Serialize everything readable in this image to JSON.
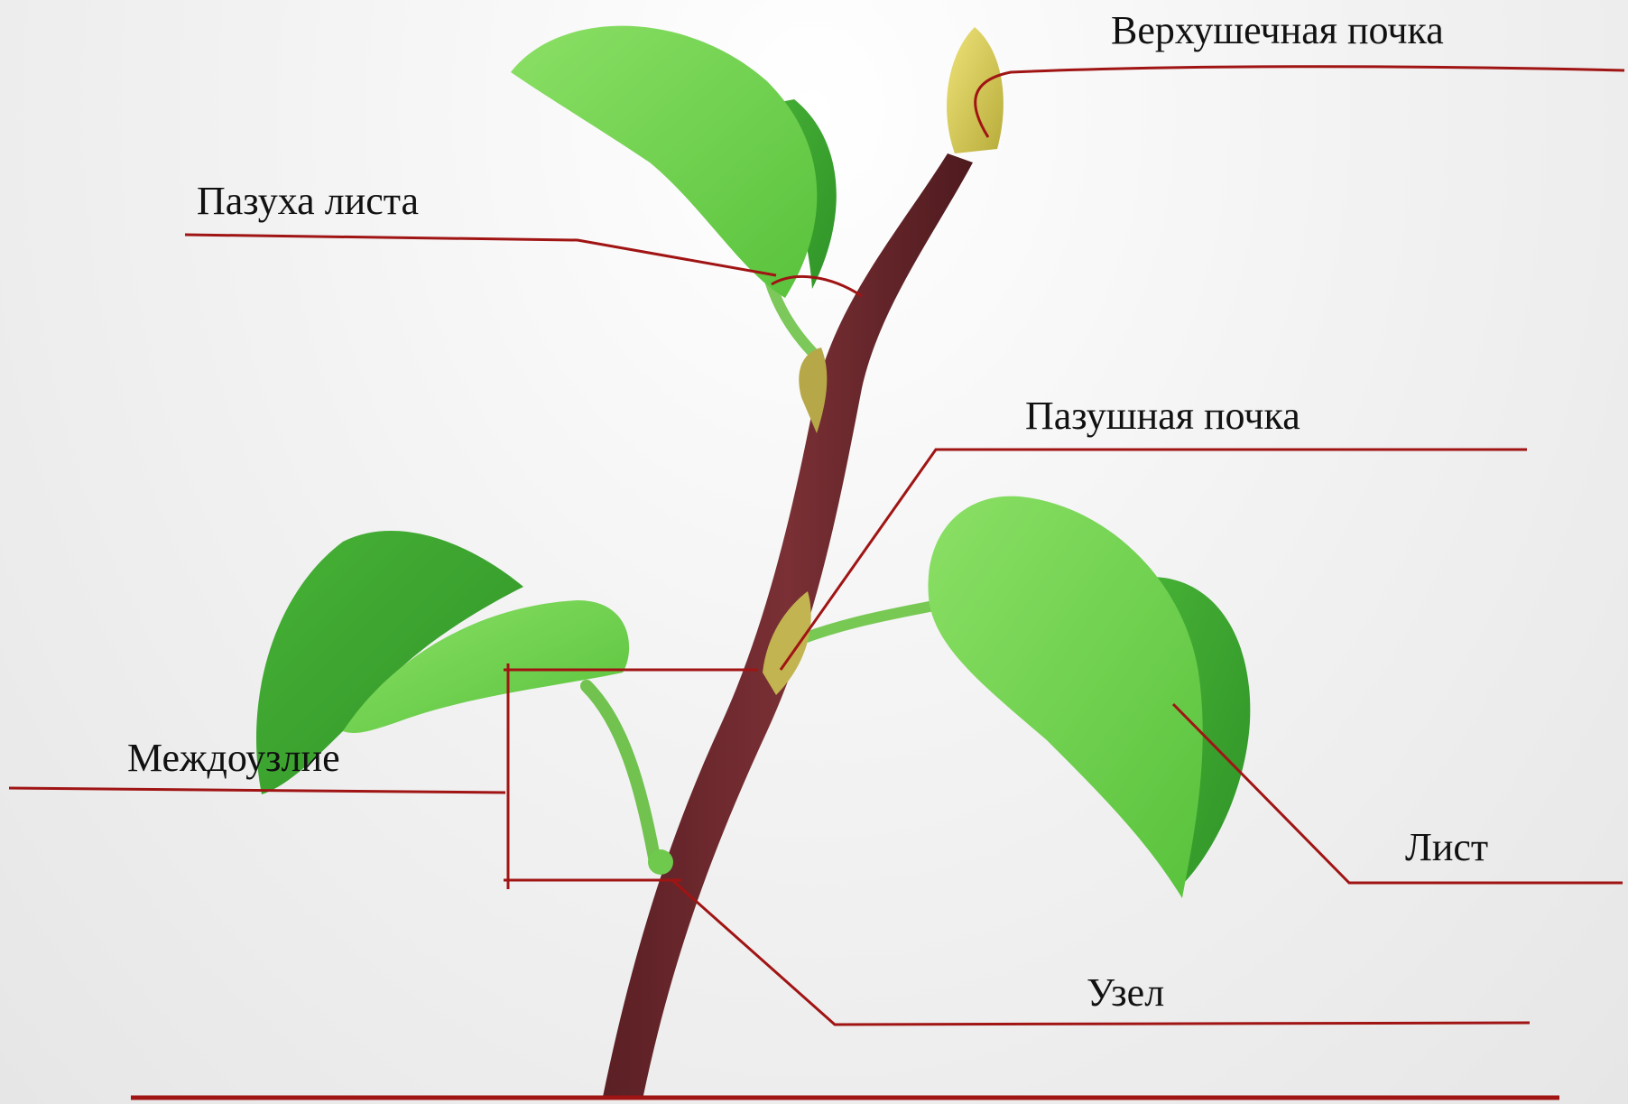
{
  "labels": {
    "apical_bud": "Верхушечная почка",
    "leaf_axil": "Пазуха листа",
    "axillary_bud": "Пазушная почка",
    "internode": "Междоузлие",
    "leaf": "Лист",
    "node": "Узел"
  },
  "colors": {
    "stem": "#6e2a2e",
    "leaf_light": "#7fd35a",
    "leaf_dark": "#3aa52e",
    "bud": "#d9cf5c",
    "leader_line": "#a01414"
  }
}
